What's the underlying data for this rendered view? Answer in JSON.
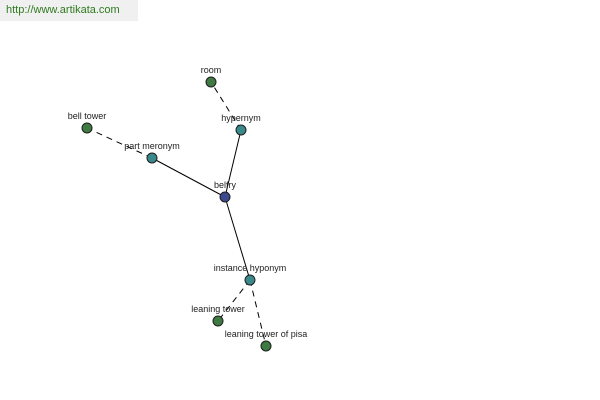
{
  "header": {
    "url": "http://www.artikata.com"
  },
  "colors": {
    "center": "#3d4a8e",
    "relation": "#3a8a8c",
    "term": "#3f7a42"
  },
  "graph": {
    "nodes": [
      {
        "id": "belfry",
        "label": "belfry",
        "kind": "center"
      },
      {
        "id": "hypernym",
        "label": "hypernym",
        "kind": "relation"
      },
      {
        "id": "room",
        "label": "room",
        "kind": "term"
      },
      {
        "id": "part-meronym",
        "label": "part meronym",
        "kind": "relation"
      },
      {
        "id": "bell-tower",
        "label": "bell tower",
        "kind": "term"
      },
      {
        "id": "instance-hyponym",
        "label": "instance hyponym",
        "kind": "relation"
      },
      {
        "id": "leaning-tower",
        "label": "leaning tower",
        "kind": "term"
      },
      {
        "id": "leaning-tower-of-pisa",
        "label": "leaning tower of pisa",
        "kind": "term"
      }
    ],
    "edges": [
      {
        "from": "belfry",
        "to": "hypernym",
        "style": "solid"
      },
      {
        "from": "belfry",
        "to": "part-meronym",
        "style": "solid"
      },
      {
        "from": "belfry",
        "to": "instance-hyponym",
        "style": "solid"
      },
      {
        "from": "hypernym",
        "to": "room",
        "style": "dashed"
      },
      {
        "from": "part-meronym",
        "to": "bell-tower",
        "style": "dashed"
      },
      {
        "from": "instance-hyponym",
        "to": "leaning-tower",
        "style": "dashed"
      },
      {
        "from": "instance-hyponym",
        "to": "leaning-tower-of-pisa",
        "style": "dashed"
      }
    ]
  }
}
